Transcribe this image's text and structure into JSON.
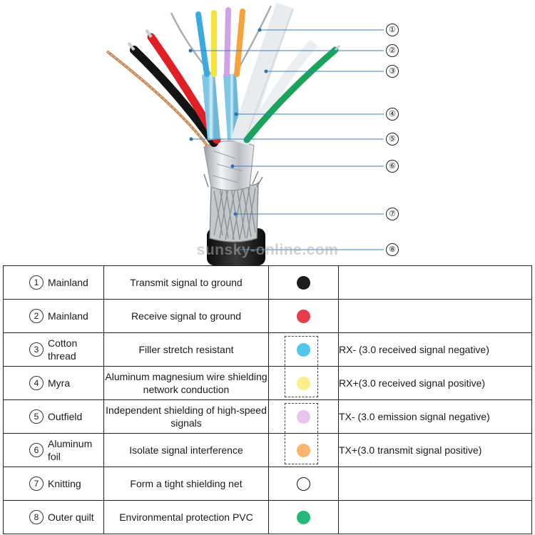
{
  "watermark": "sunsky-online.com",
  "callouts": [
    "①",
    "②",
    "③",
    "④",
    "⑤",
    "⑥",
    "⑦",
    "⑧"
  ],
  "rows": [
    {
      "num": "1",
      "name": "Mainland",
      "function": "Transmit signal to ground",
      "color": "#1c1c1c",
      "outlined": false,
      "note": ""
    },
    {
      "num": "2",
      "name": "Mainland",
      "function": "Receive signal to ground",
      "color": "#e83c4a",
      "outlined": false,
      "note": ""
    },
    {
      "num": "3",
      "name": "Cotton thread",
      "function": "Filler stretch resistant",
      "color": "#52c7ee",
      "outlined": false,
      "note": "RX- (3.0 received signal negative)"
    },
    {
      "num": "4",
      "name": "Myra",
      "function": "Aluminum magnesium wire shielding network conduction",
      "color": "#fbf08c",
      "outlined": false,
      "note": "RX+(3.0 received signal positive)"
    },
    {
      "num": "5",
      "name": "Outfield",
      "function": "Independent shielding of high-speed signals",
      "color": "#e9c4ef",
      "outlined": false,
      "note": "TX- (3.0 emission signal negative)"
    },
    {
      "num": "6",
      "name": "Aluminum foil",
      "function": "Isolate signal interference",
      "color": "#fbb46e",
      "outlined": false,
      "note": "TX+(3.0 transmit signal positive)"
    },
    {
      "num": "7",
      "name": "Knitting",
      "function": "Form a tight shielding net",
      "color": "#ffffff",
      "outlined": true,
      "note": ""
    },
    {
      "num": "8",
      "name": "Outer quilt",
      "function": "Environmental protection PVC",
      "color": "#22b97a",
      "outlined": false,
      "note": ""
    }
  ]
}
